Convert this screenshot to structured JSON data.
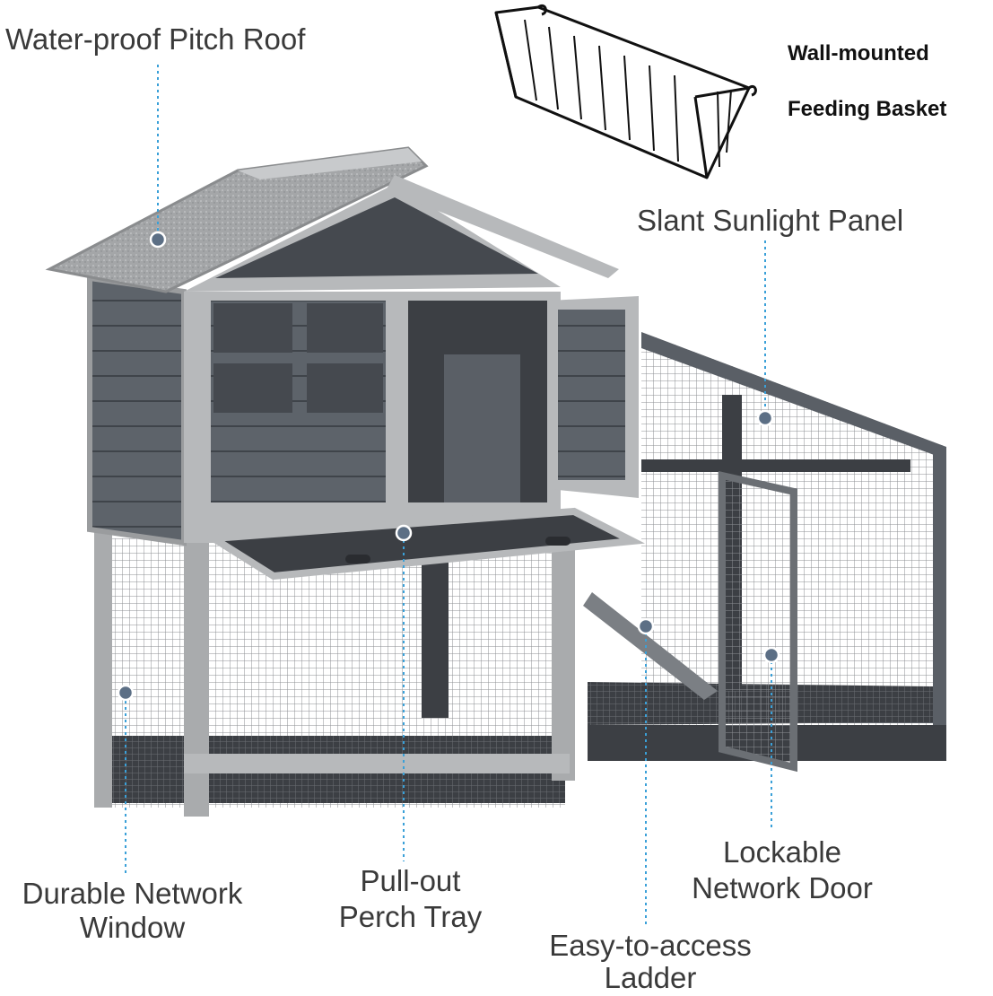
{
  "labels": {
    "roof": "Water-proof Pitch Roof",
    "basket_line1": "Wall-mounted",
    "basket_line2": "Feeding Basket",
    "sunlight": "Slant Sunlight Panel",
    "window_line1": "Durable Network",
    "window_line2": "Window",
    "tray_line1": "Pull-out",
    "tray_line2": "Perch Tray",
    "ladder_line1": "Easy-to-access",
    "ladder_line2": "Ladder",
    "door_line1": "Lockable",
    "door_line2": "Network Door"
  },
  "colors": {
    "label_text": "#3a3a3a",
    "leader_line": "#3aa0d8",
    "marker_dot": "#5c6f85",
    "frame_light": "#b7b9bb",
    "panel_dark": "#5a5f66",
    "roof_shingle": "#9a9c9e",
    "mesh": "#8c8f93"
  },
  "icons": [
    "feeding-basket-icon",
    "rabbit-hutch-illustration"
  ]
}
